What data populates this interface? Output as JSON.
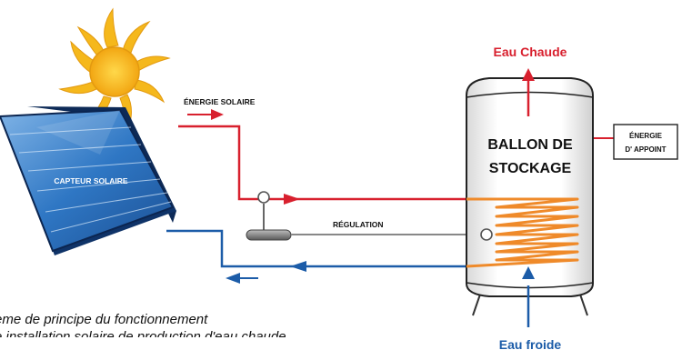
{
  "labels": {
    "energie_solaire": "ÉNERGIE SOLAIRE",
    "capteur_solaire": "CAPTEUR SOLAIRE",
    "regulation": "RÉGULATION",
    "ballon_line1": "BALLON DE",
    "ballon_line2": "STOCKAGE",
    "eau_chaude": "Eau Chaude",
    "eau_froide": "Eau froide",
    "energie_appoint_line1": "ÉNERGIE",
    "energie_appoint_line2": "D' APPOINT"
  },
  "caption": {
    "line1": "ème de principe du fonctionnement",
    "line2": "e installation solaire de production d'eau chaude"
  },
  "colors": {
    "hot": "#d8202e",
    "cold": "#1c5ca8",
    "coil": "#ef8a2a",
    "sun": "#f5b81c",
    "panel": "#2f77c4",
    "outline": "#222222"
  }
}
